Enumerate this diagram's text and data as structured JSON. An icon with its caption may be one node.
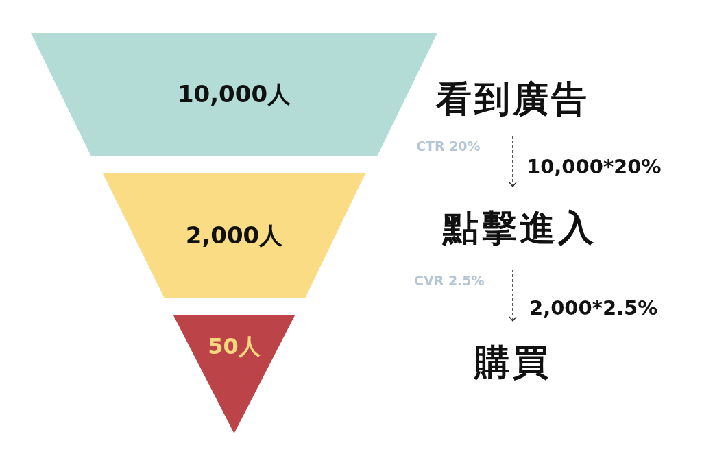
{
  "diagram": {
    "nodes": [
      {
        "text": [
          "10,000人"
        ]
      },
      {
        "text": [
          "2,000人"
        ]
      },
      {
        "text": [
          "50人"
        ]
      },
      {
        "text": [
          "看到廣告"
        ]
      },
      {
        "text": [
          "點擊進入"
        ]
      },
      {
        "text": [
          "購買"
        ]
      }
    ],
    "edges": [
      {
        "from": 3,
        "to": 4,
        "arrow": "to",
        "style": "dashed",
        "label": "10,000*20%"
      },
      {
        "from": 4,
        "to": 5,
        "arrow": "to",
        "style": "dashed",
        "label": "2,000*2.5%"
      }
    ],
    "labels": [
      "CTR 20%",
      "CVR 2.5%"
    ]
  }
}
